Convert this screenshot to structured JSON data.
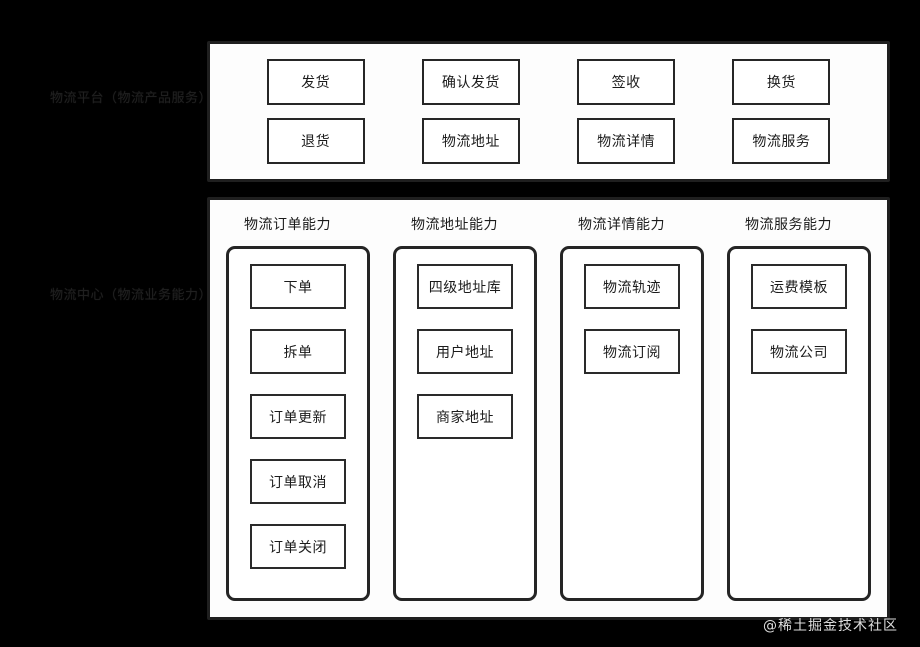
{
  "side_labels": {
    "platform": "物流平台（物流产品服务）",
    "center": "物流中心（物流业务能力）"
  },
  "product_panel": {
    "items": [
      {
        "label": "发货"
      },
      {
        "label": "确认发货"
      },
      {
        "label": "签收"
      },
      {
        "label": "换货"
      },
      {
        "label": "退货"
      },
      {
        "label": "物流地址"
      },
      {
        "label": "物流详情"
      },
      {
        "label": "物流服务"
      }
    ]
  },
  "capability_panel": {
    "columns": [
      {
        "title": "物流订单能力",
        "items": [
          {
            "label": "下单"
          },
          {
            "label": "拆单"
          },
          {
            "label": "订单更新"
          },
          {
            "label": "订单取消"
          },
          {
            "label": "订单关闭"
          }
        ]
      },
      {
        "title": "物流地址能力",
        "items": [
          {
            "label": "四级地址库"
          },
          {
            "label": "用户地址"
          },
          {
            "label": "商家地址"
          }
        ]
      },
      {
        "title": "物流详情能力",
        "items": [
          {
            "label": "物流轨迹"
          },
          {
            "label": "物流订阅"
          }
        ]
      },
      {
        "title": "物流服务能力",
        "items": [
          {
            "label": "运费模板"
          },
          {
            "label": "物流公司"
          }
        ]
      }
    ]
  },
  "watermark": {
    "text": "@稀土掘金技术社区"
  },
  "colors": {
    "background": "#000000",
    "panel_background": "#fdfdfd",
    "panel_border": "#1f1f1f",
    "box_border": "#262626",
    "text": "#1b1b1b",
    "side_label_text": "#202020",
    "watermark_text": "#efefef"
  }
}
